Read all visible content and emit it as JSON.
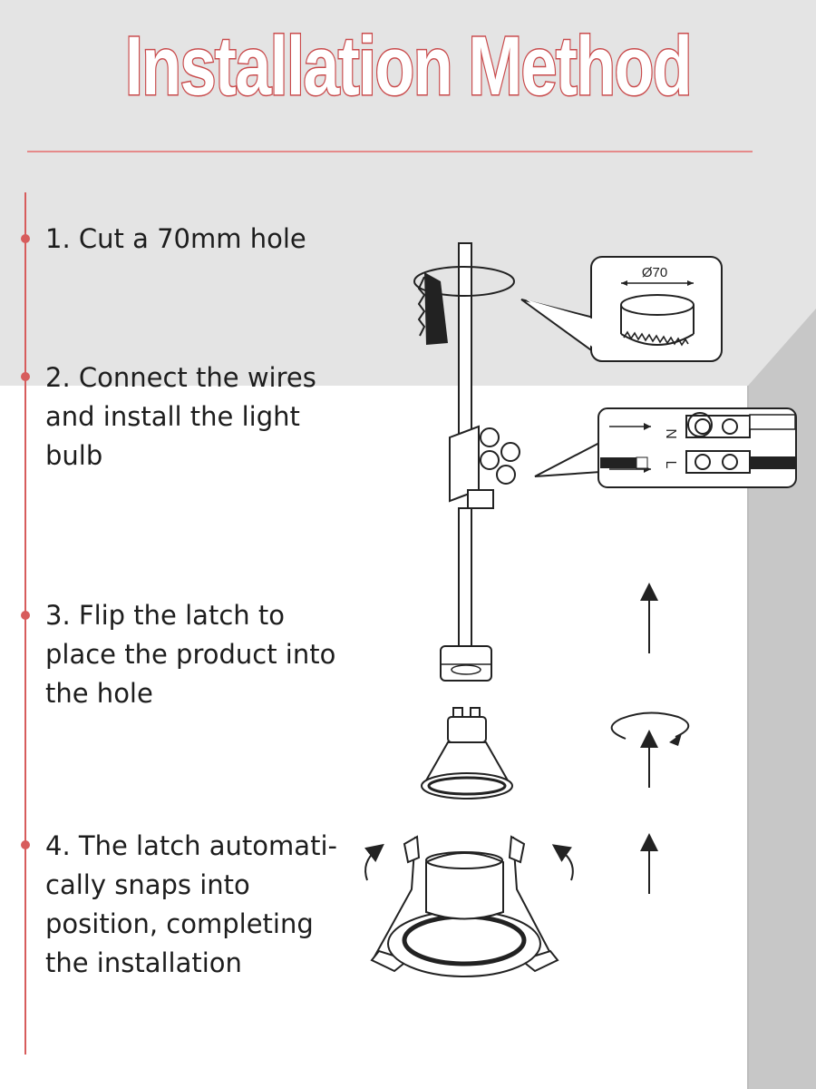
{
  "title": "Installation Method",
  "steps": [
    {
      "text": "1. Cut a 70mm hole"
    },
    {
      "text": "2. Connect the wires and install the light bulb"
    },
    {
      "text": "3. Flip the latch to place the product into the hole"
    },
    {
      "text": "4. The latch automati-cally snaps into position, completing the installation"
    }
  ],
  "diagram": {
    "hole_diameter_label": "Ø70",
    "terminal_neutral": "N",
    "terminal_live": "L"
  },
  "colors": {
    "accent": "#d75c5c",
    "title_outline": "#c94a4b",
    "wall_gray": "#e3e3e3",
    "side_wall": "#c5c5c5"
  }
}
